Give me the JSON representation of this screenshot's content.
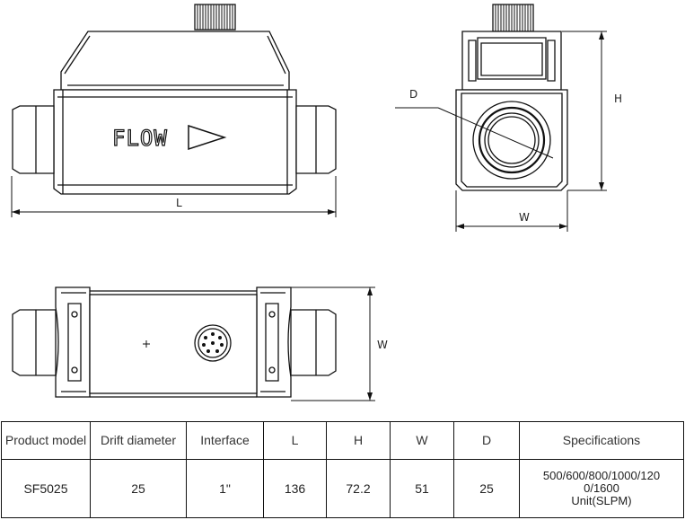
{
  "drawing": {
    "flow_text": "FLOW",
    "dim_L": "L",
    "dim_H": "H",
    "dim_W_top": "W",
    "dim_W_bottom": "W",
    "dim_D": "D"
  },
  "table": {
    "headers": [
      "Product model",
      "Drift diameter",
      "Interface",
      "L",
      "H",
      "W",
      "D",
      "Specifications"
    ],
    "row": {
      "model": "SF5025",
      "drift": "25",
      "interface": "1\"",
      "L": "136",
      "H": "72.2",
      "W": "51",
      "D": "25",
      "spec_line1": "500/600/800/1000/120",
      "spec_line2": "0/1600",
      "spec_line3": "Unit(SLPM)"
    }
  }
}
